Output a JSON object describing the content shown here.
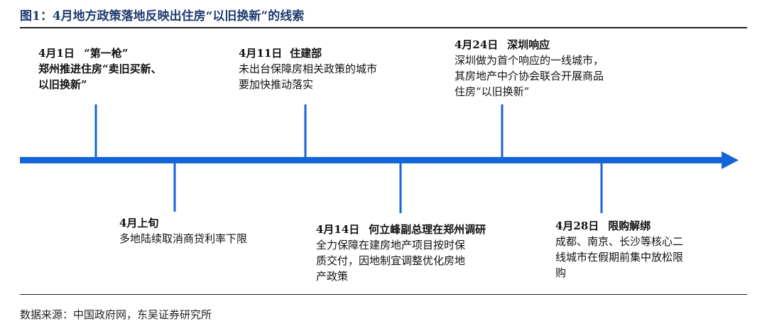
{
  "title": "图1：4月地方政策落地反映出住房“以旧换新”的线索",
  "source": "数据来源：中国政府网，东吴证券研究所",
  "colors": {
    "axis": "#1565d8",
    "title": "#1f3b6e"
  },
  "events": [
    {
      "date": "4月1日",
      "headline": "“第一枪”",
      "lines": [
        "郑州推进住房“卖旧买新、",
        "以旧换新”"
      ],
      "body_bold": true
    },
    {
      "date": "4月上旬",
      "headline": "",
      "lines": [
        "多地陆续取消商贷利率下限"
      ],
      "body_bold": false
    },
    {
      "date": "4月11日",
      "headline": "住建部",
      "lines": [
        "未出台保障房相关政策的城市",
        "要加快推动落实"
      ],
      "body_bold": false
    },
    {
      "date": "4月14日",
      "headline": "何立峰副总理在郑州调研",
      "lines": [
        "全力保障在建房地产项目按时保",
        "质交付，因地制宜调整优化房地",
        "产政策"
      ],
      "body_bold": false
    },
    {
      "date": "4月24日",
      "headline": "深圳响应",
      "lines": [
        "深圳做为首个响应的一线城市，",
        "其房地产中介协会联合开展商品",
        "住房“以旧换新”"
      ],
      "body_bold": false
    },
    {
      "date": "4月28日",
      "headline": "限购解绑",
      "lines": [
        "成都、南京、长沙等核心二",
        "线城市在假期前集中放松限",
        "购"
      ],
      "body_bold": false
    }
  ]
}
